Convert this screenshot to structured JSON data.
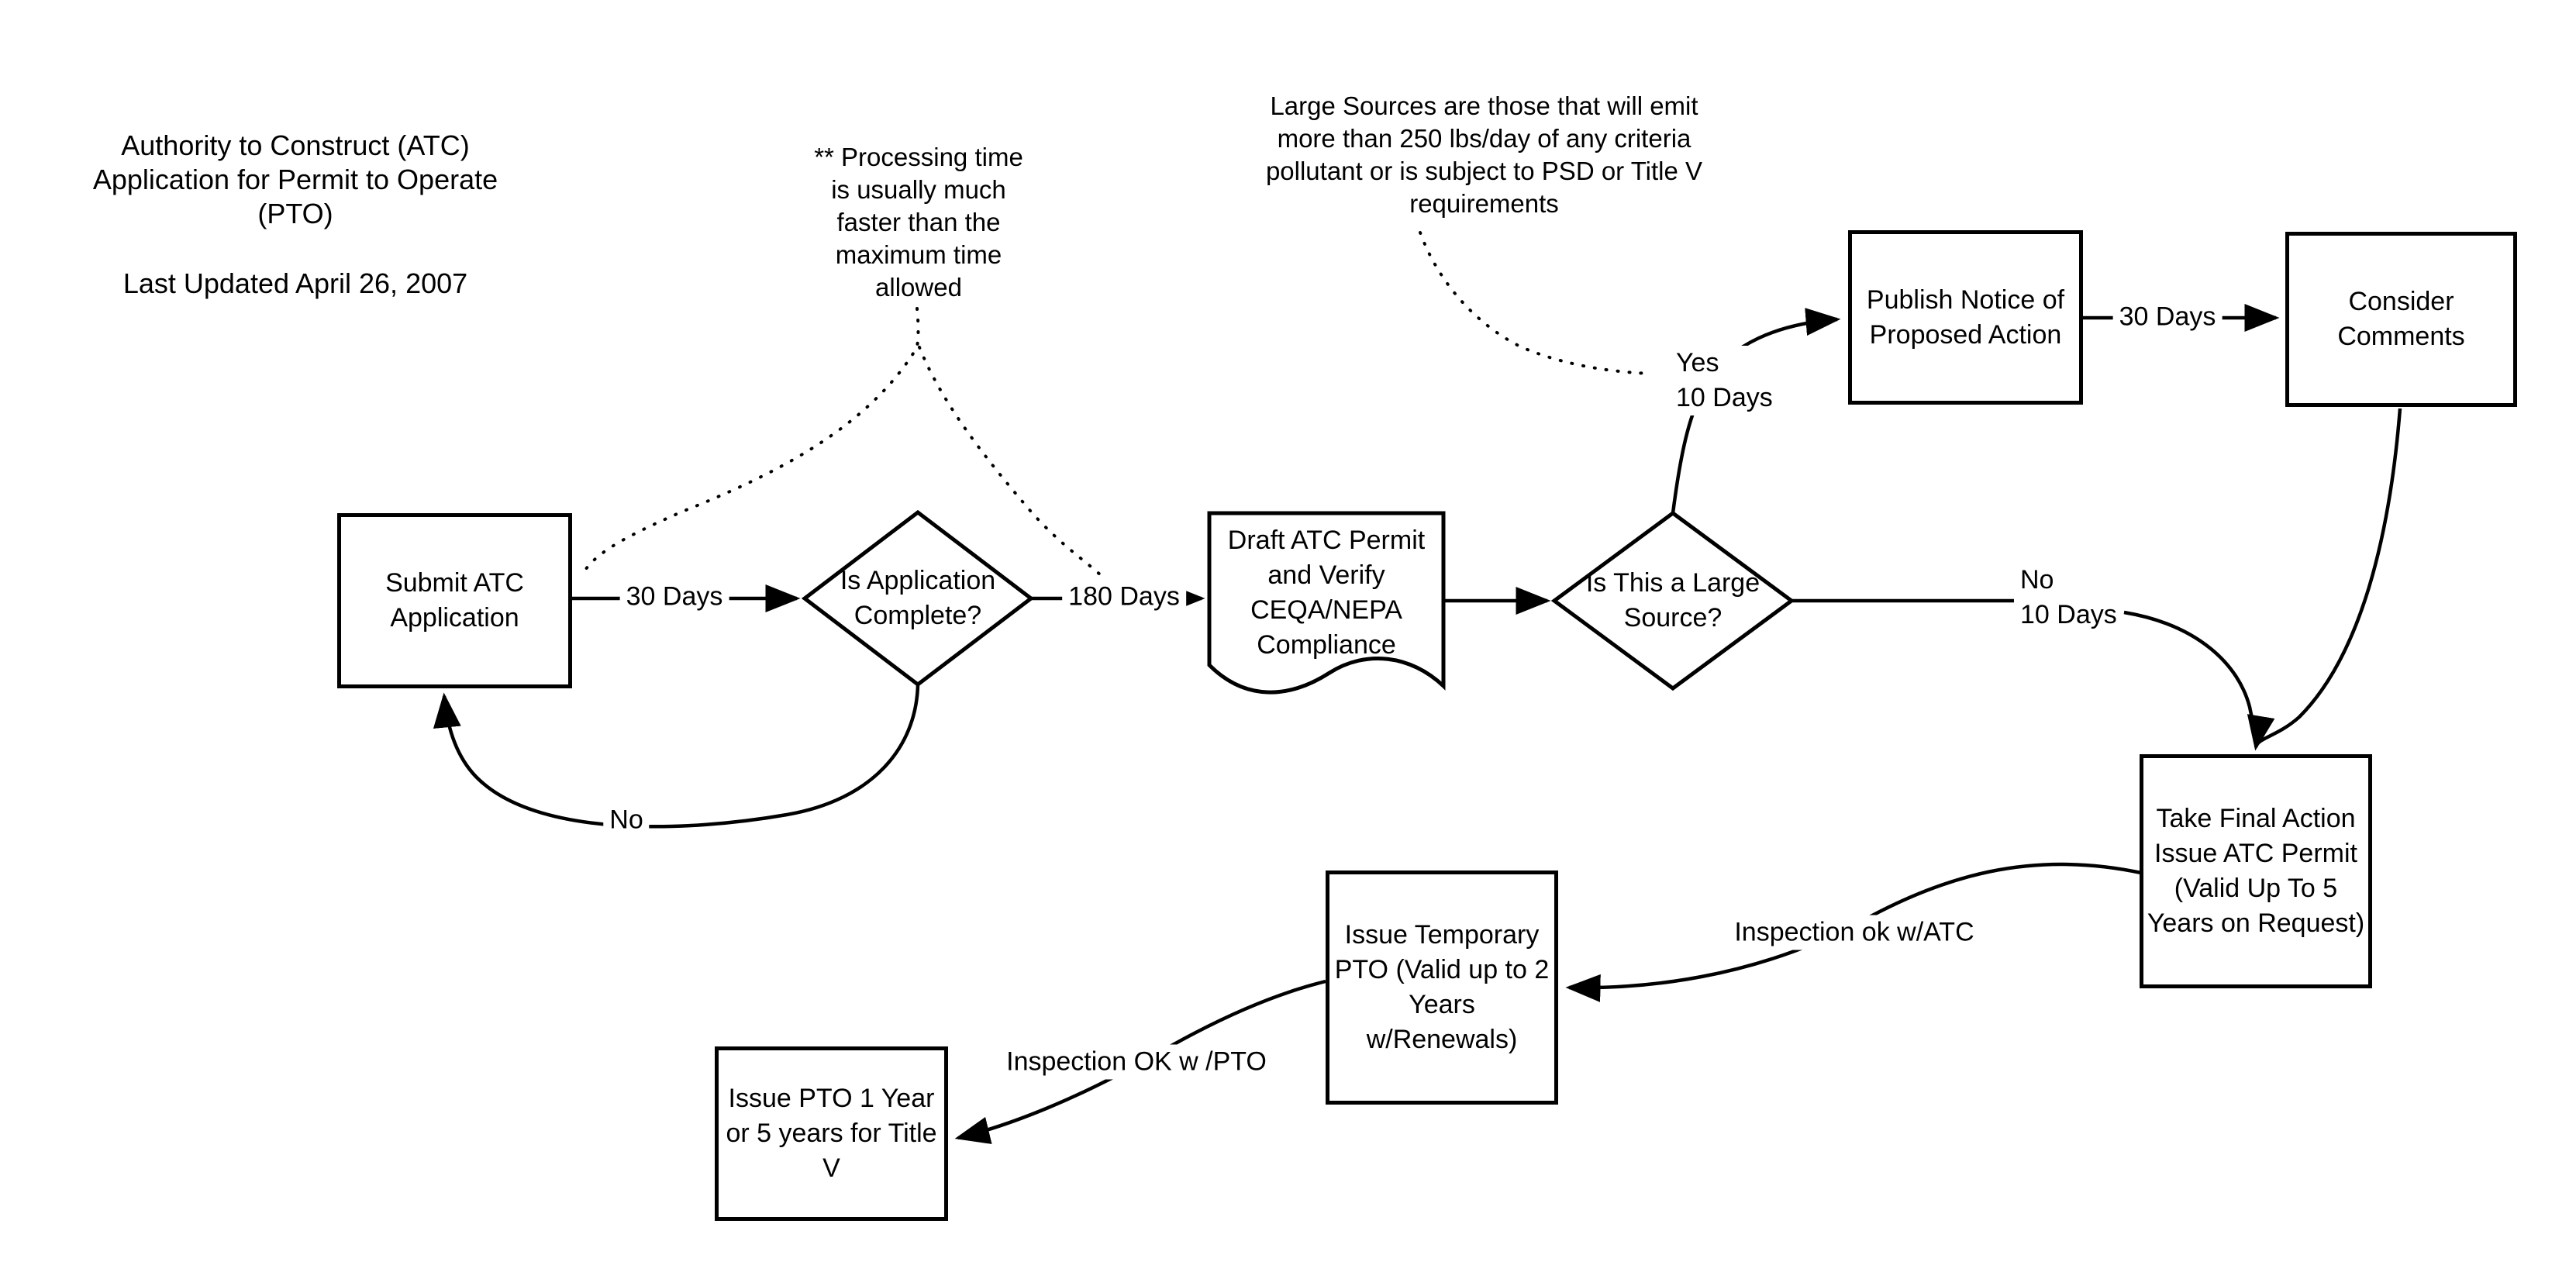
{
  "canvas": {
    "background_color": "#ffffff",
    "line_color": "#000000"
  },
  "title": {
    "heading": "Authority to Construct (ATC)\nApplication for Permit to Operate\n(PTO)",
    "updated": "Last Updated April 26, 2007"
  },
  "notes": {
    "processing_time": "** Processing time\nis usually much\nfaster than the\nmaximum time\nallowed",
    "large_sources": "Large Sources are those that will emit\nmore than 250 lbs/day of any criteria\npollutant or is subject to PSD or Title V\nrequirements"
  },
  "nodes": {
    "submit": "Submit ATC\nApplication",
    "app_complete": "Is Application\nComplete?",
    "draft_permit": "Draft ATC Permit\nand Verify\nCEQA/NEPA\nCompliance",
    "large_source": "Is This a Large\nSource?",
    "publish_notice": "Publish Notice of\nProposed Action",
    "consider_comments": "Consider\nComments",
    "final_action": "Take Final Action\nIssue ATC Permit\n(Valid Up To 5\nYears on Request)",
    "temporary_pto": "Issue Temporary\nPTO (Valid up to 2\nYears\nw/Renewals)",
    "issue_pto": "Issue PTO 1 Year\nor 5 years for Title\nV"
  },
  "edge_labels": {
    "submit_to_complete": "30 Days",
    "complete_to_draft": "180 Days",
    "complete_no": "No",
    "large_source_yes": "Yes\n10 Days",
    "large_source_no": "No\n10 Days",
    "publish_to_consider": "30 Days",
    "final_to_temporary": "Inspection ok w/ATC",
    "temporary_to_pto": "Inspection OK w /PTO"
  }
}
